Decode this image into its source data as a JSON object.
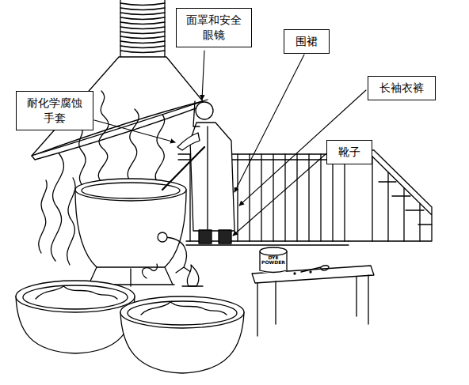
{
  "diagram": {
    "nodes": [
      {
        "text": [
          "面罩和安全眼镜"
        ]
      },
      {
        "text": [
          "围裙"
        ]
      },
      {
        "text": [
          "长袖衣裤"
        ]
      },
      {
        "text": [
          "耐化学腐蚀手套"
        ]
      },
      {
        "text": [
          "靴子"
        ]
      }
    ],
    "labels": [
      "DYE POWDER"
    ]
  }
}
